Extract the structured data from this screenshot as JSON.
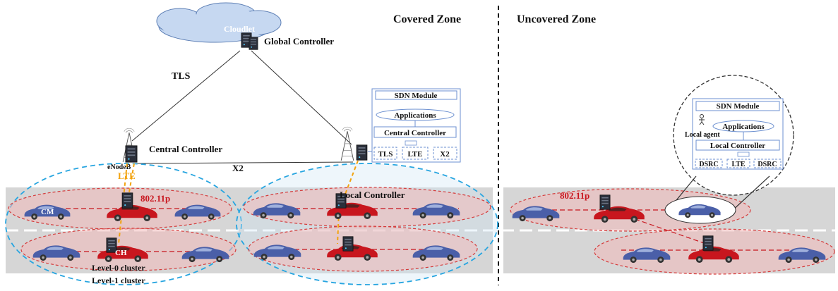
{
  "zones": {
    "covered": "Covered Zone",
    "uncovered": "Uncovered Zone"
  },
  "cloud": {
    "cloudlet": "Cloudlet",
    "global_controller": "Global Controller"
  },
  "links": {
    "tls": "TLS",
    "x2": "X2",
    "lte": "LTE"
  },
  "central": {
    "enodeb": "eNodeB",
    "controller": "Central Controller"
  },
  "sdn_central": {
    "title": "SDN Module",
    "applications": "Applications",
    "controller": "Central Controller",
    "iface": [
      "TLS",
      "LTE",
      "X2"
    ]
  },
  "sdn_local": {
    "title": "SDN Module",
    "applications": "Applications",
    "agent": "Local agent",
    "controller": "Local Controller",
    "iface": [
      "DSRC",
      "LTE",
      "DSRC"
    ]
  },
  "road": {
    "wifi_left": "802.11p",
    "wifi_right": "802.11p",
    "local_controller": "Local Controller",
    "cm": "CM",
    "ch": "CH",
    "level0": "Level-0 cluster",
    "level1": "Level-1 cluster"
  },
  "colors": {
    "road": "#d6d6d6",
    "lane": "#ffffff",
    "cluster_fill": "#f2b9b9",
    "cluster_stroke": "#d43c3c",
    "level1_stroke": "#27a5e0",
    "lte_link": "#f2a30f",
    "red_car": "#c8161e",
    "blue_car": "#4a5fa8"
  }
}
